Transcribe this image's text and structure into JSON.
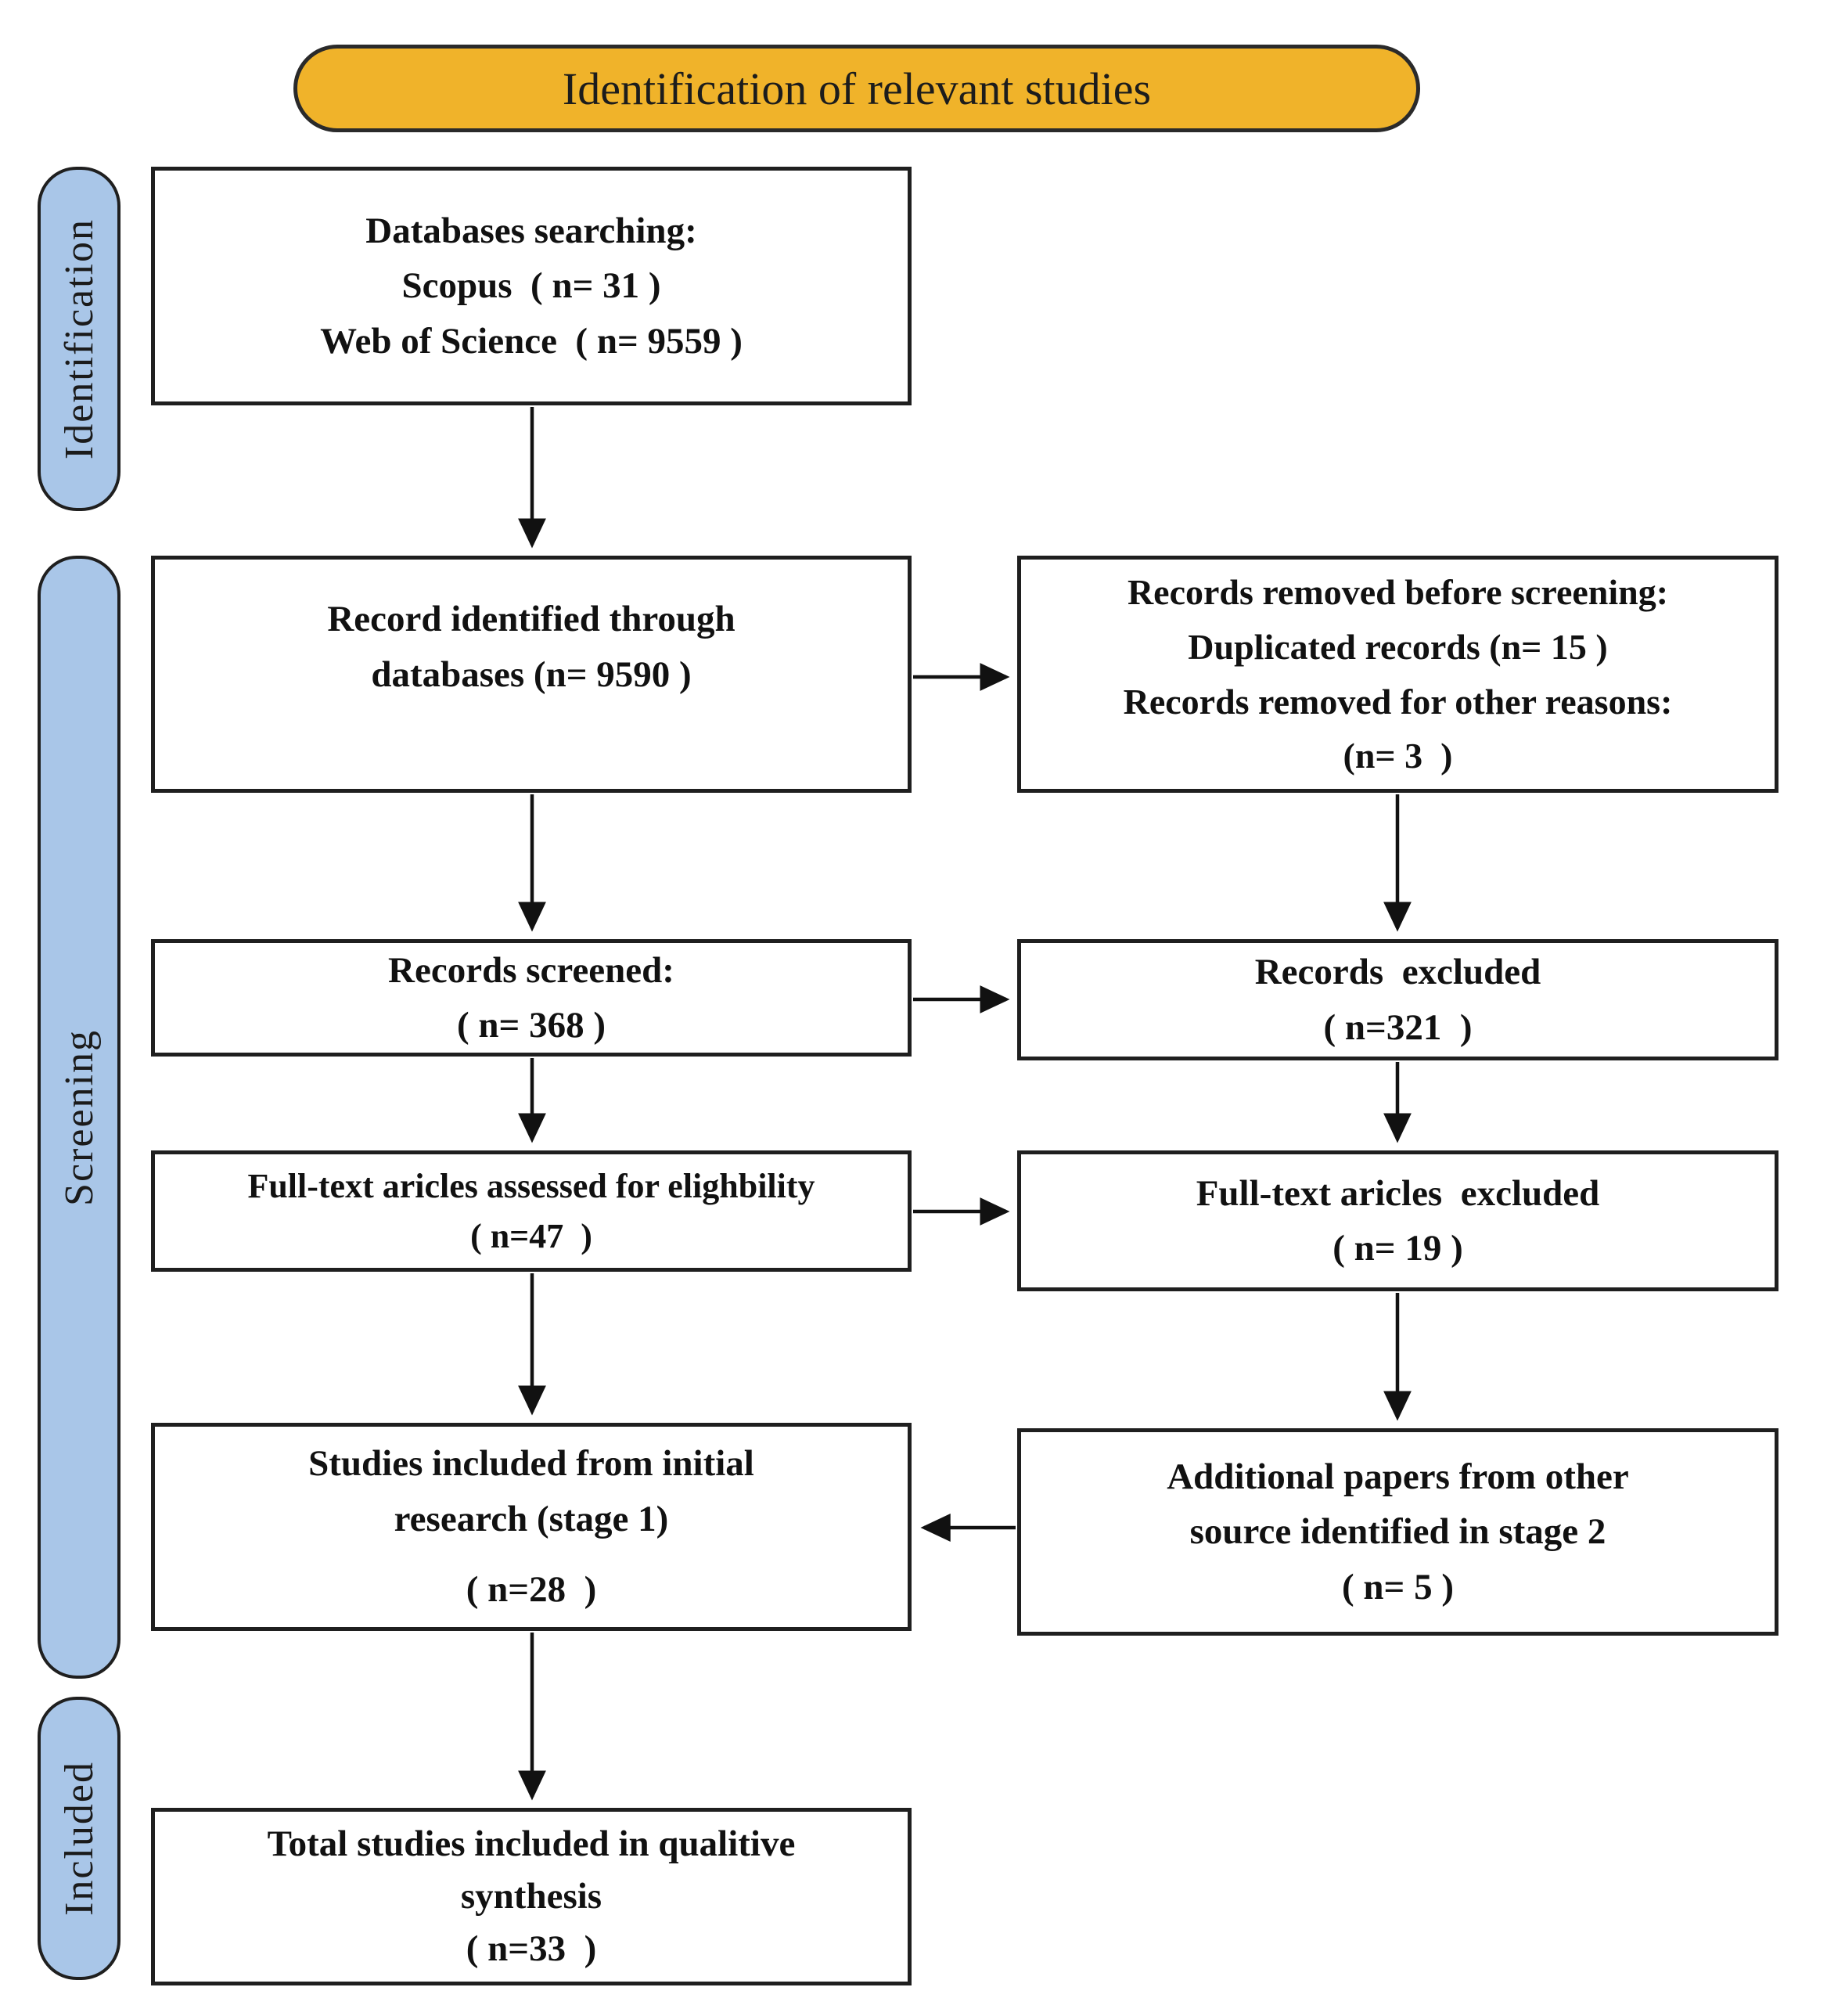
{
  "title": "Identification of relevant studies",
  "stages": {
    "identification": "Identification",
    "screening": "Screening",
    "included": "Included"
  },
  "boxes": {
    "databases": {
      "lines": [
        "Databases searching:",
        "Scopus  ( n= 31 )",
        "Web of Science  ( n= 9559 )"
      ]
    },
    "identified": {
      "lines": [
        "Record identified through",
        "databases (n= 9590 )"
      ]
    },
    "removed": {
      "lines": [
        "Records removed before screening:",
        "Duplicated records (n= 15 )",
        "Records removed for other reasons:",
        "(n= 3  )"
      ]
    },
    "screened": {
      "lines": [
        "Records screened:",
        "( n= 368 )"
      ]
    },
    "records_excluded": {
      "lines": [
        "Records  excluded",
        "( n=321  )"
      ]
    },
    "fulltext_assessed": {
      "lines": [
        "Full-text aricles assessed for elighbility",
        "( n=47  )"
      ]
    },
    "fulltext_excluded": {
      "lines": [
        "Full-text aricles  excluded",
        "( n= 19 )"
      ]
    },
    "stage1_included": {
      "lines": [
        "Studies included from initial",
        "research (stage 1)",
        "( n=28  )"
      ]
    },
    "additional_papers": {
      "lines": [
        "Additional papers from other",
        "source identified in stage 2",
        "( n= 5 )"
      ]
    },
    "total_included": {
      "lines": [
        "Total studies included in qualitive",
        "synthesis",
        "( n=33  )"
      ]
    }
  },
  "colors": {
    "title_bg": "#F0B32A",
    "stage_bg": "#A9C6E8",
    "box_border": "#1F1F1F",
    "arrow": "#111111"
  }
}
